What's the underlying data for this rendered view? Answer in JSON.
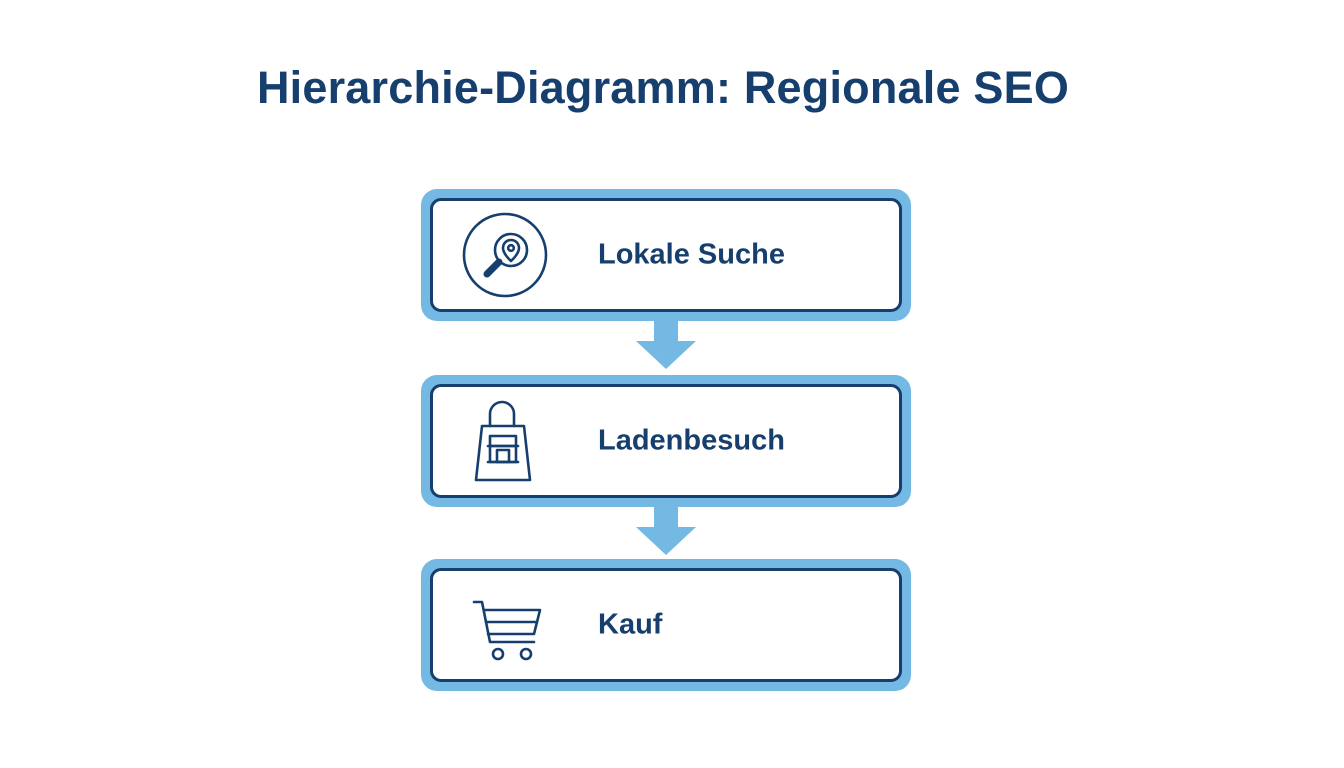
{
  "title": "Hierarchie-Diagramm: Regionale SEO",
  "colors": {
    "title": "#173f6e",
    "box_outer": "#74b9e4",
    "box_border": "#173f6e",
    "arrow": "#74b9e4"
  },
  "steps": [
    {
      "label": "Lokale Suche",
      "icon": "search-location-icon"
    },
    {
      "label": "Ladenbesuch",
      "icon": "shopping-bag-store-icon"
    },
    {
      "label": "Kauf",
      "icon": "shopping-cart-icon"
    }
  ]
}
